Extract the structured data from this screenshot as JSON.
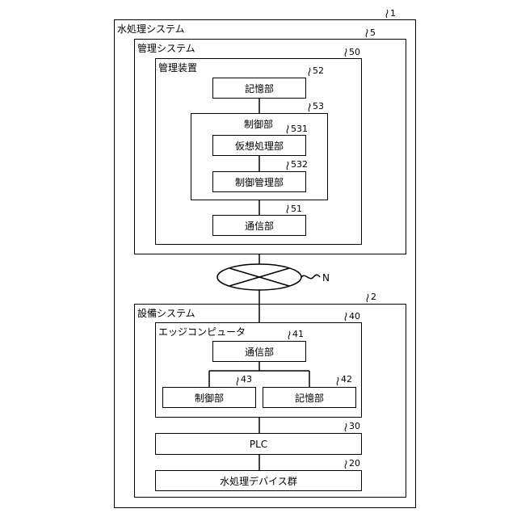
{
  "system": {
    "label": "水処理システム",
    "ref": "1"
  },
  "management_system": {
    "label": "管理システム",
    "ref": "5"
  },
  "management_device": {
    "label": "管理装置",
    "ref": "50"
  },
  "storage_unit_top": {
    "label": "記憶部",
    "ref": "52"
  },
  "control_unit_top": {
    "label": "制御部",
    "ref": "53"
  },
  "virtual_processing_unit": {
    "label": "仮想処理部",
    "ref": "531"
  },
  "control_management_unit": {
    "label": "制御管理部",
    "ref": "532"
  },
  "communication_unit_top": {
    "label": "通信部",
    "ref": "51"
  },
  "network": {
    "label": "N"
  },
  "equipment_system": {
    "label": "設備システム",
    "ref": "2"
  },
  "edge_computer": {
    "label": "エッジコンピュータ",
    "ref": "40"
  },
  "communication_unit_edge": {
    "label": "通信部",
    "ref": "41"
  },
  "control_unit_edge": {
    "label": "制御部",
    "ref": "43"
  },
  "storage_unit_edge": {
    "label": "記憶部",
    "ref": "42"
  },
  "plc": {
    "label": "PLC",
    "ref": "30"
  },
  "devices": {
    "label": "水処理デバイス群",
    "ref": "20"
  }
}
